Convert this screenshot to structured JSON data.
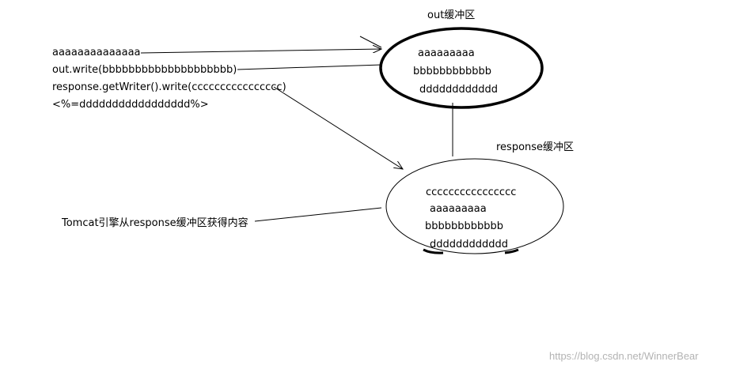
{
  "labels": {
    "out_buffer_title": "out缓冲区",
    "response_buffer_title": "response缓冲区",
    "tomcat_caption": "Tomcat引擎从response缓冲区获得内容"
  },
  "code_lines": [
    "aaaaaaaaaaaaaa",
    "out.write(bbbbbbbbbbbbbbbbbbbb)",
    "response.getWriter().write(cccccccccccccccc)",
    "<%=ddddddddddddddddd%>"
  ],
  "out_buffer_contents": [
    "aaaaaaaaa",
    "bbbbbbbbbbbb",
    "dddddddddddd"
  ],
  "response_buffer_contents": [
    "cccccccccccccccc",
    "aaaaaaaaa",
    "bbbbbbbbbbbb",
    "dddddddddddd"
  ],
  "watermark": "https://blog.csdn.net/WinnerBear",
  "colors": {
    "stroke": "#000000",
    "watermark": "#b3b3b3"
  }
}
